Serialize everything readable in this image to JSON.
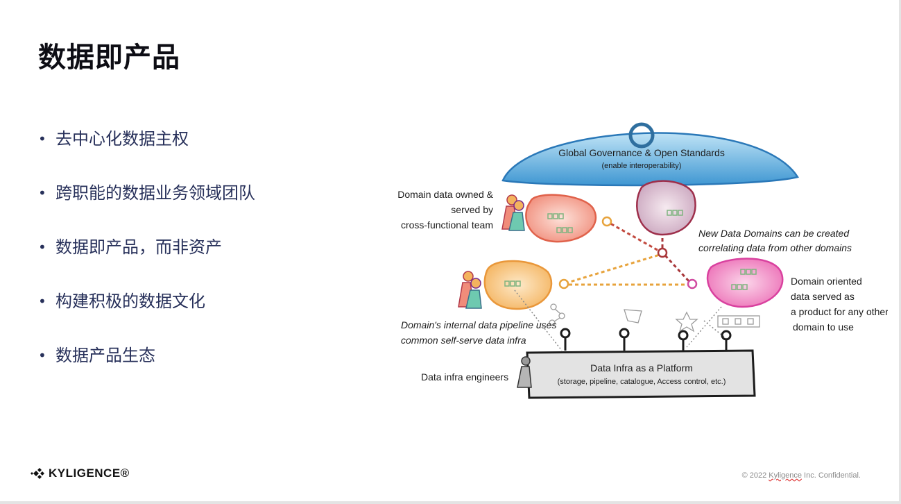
{
  "slide": {
    "title": "数据即产品",
    "bullets": [
      "去中心化数据主权",
      "跨职能的数据业务领域团队",
      "数据即产品，而非资产",
      "构建积极的数据文化",
      "数据产品生态"
    ],
    "bullet_symbol": "•"
  },
  "diagram": {
    "governance": {
      "title": "Global Governance & Open Standards",
      "subtitle": "(enable interoperability)"
    },
    "platform": {
      "title": "Data Infra as a Platform",
      "subtitle": "(storage, pipeline, catalogue, Access control, etc.)"
    },
    "labels": {
      "domain_owned_1": "Domain data owned &",
      "domain_owned_2": "served by",
      "domain_owned_3": "cross-functional team",
      "new_domains_1": "New Data Domains can be created",
      "new_domains_2": "correlating data from other domains",
      "domain_oriented_1": "Domain oriented",
      "domain_oriented_2": "data served as",
      "domain_oriented_3": "a product for any other",
      "domain_oriented_4": "domain to use",
      "pipeline_1": "Domain's internal data pipeline uses",
      "pipeline_2": "common self-serve data infra",
      "engineers": "Data infra engineers"
    },
    "colors": {
      "governance_fill": "#4aa3d9",
      "domain_red": "#f08c7a",
      "domain_purple": "#c9a4bd",
      "domain_orange": "#f4b35e",
      "domain_pink": "#ec6fb6",
      "link_orange": "#e7a33c",
      "link_red": "#a8373a",
      "platform_fill": "#d8d8d8"
    }
  },
  "footer": {
    "logo_text": "KYLIGENCE®",
    "copyright_prefix": "© 2022 ",
    "copyright_brand": "Kyligence",
    "copyright_suffix": " Inc. Confidential."
  }
}
